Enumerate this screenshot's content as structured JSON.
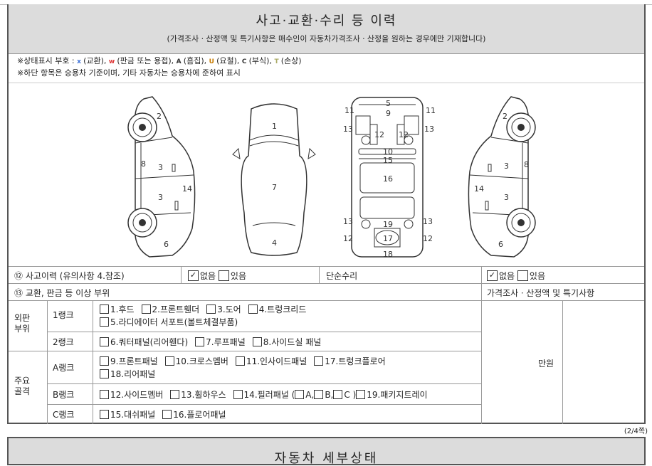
{
  "header": {
    "title": "사고·교환·수리 등 이력",
    "subtitle": "(가격조사ㆍ산정액 및 특기사항은 매수인이 자동차가격조사ㆍ산정을 원하는 경우에만 기재합니다)"
  },
  "legend": {
    "line1_prefix": "※상태표시 부호 :",
    "items": [
      {
        "sym": "x",
        "label": "(교환),",
        "color": "#3a6fd8"
      },
      {
        "sym": "w",
        "label": "(판금 또는 용접),",
        "color": "#d33"
      },
      {
        "sym": "A",
        "label": "(흠집),",
        "color": "#333"
      },
      {
        "sym": "U",
        "label": "(요철),",
        "color": "#c77a00"
      },
      {
        "sym": "C",
        "label": "(부식),",
        "color": "#333"
      },
      {
        "sym": "T",
        "label": "(손상)",
        "color": "#aa6"
      }
    ],
    "line2": "※하단 항목은 승용차 기준이며, 기타 자동차는 승용차에 준하여 표시"
  },
  "diagram_labels": {
    "left": [
      "2",
      "8",
      "3",
      "3",
      "14",
      "6"
    ],
    "top": [
      "1",
      "7",
      "4"
    ],
    "under": [
      "5",
      "9",
      "11",
      "11",
      "13",
      "13",
      "12",
      "12",
      "10",
      "15",
      "16",
      "13",
      "13",
      "19",
      "12",
      "12",
      "17",
      "18"
    ],
    "right": [
      "2",
      "3",
      "8",
      "14",
      "3",
      "6"
    ]
  },
  "accident": {
    "label": "⑫ 사고이력 (유의사항 4.참조)",
    "none": "없음",
    "exist": "있음",
    "simple_repair": "단순수리",
    "none2": "없음",
    "exist2": "있음"
  },
  "parts_header": {
    "label": "⑬ 교환, 판금 등 이상 부위",
    "price_label": "가격조사ㆍ산정액 및 특기사항"
  },
  "groups": {
    "outer": "외판\n부위",
    "main": "주요\n골격"
  },
  "ranks": {
    "r1": "1랭크",
    "r1_line1": [
      "1.후드",
      "2.프론트휀더",
      "3.도어",
      "4.트렁크리드"
    ],
    "r1_line2": [
      "5.라디에이터 서포트(볼트체결부품)"
    ],
    "r2": "2랭크",
    "r2_items": [
      "6.쿼터패널(리어휀다)",
      "7.루프패널",
      "8.사이드실 패널"
    ],
    "ra": "A랭크",
    "ra_line1": [
      "9.프론트패널",
      "10.크로스멤버",
      "11.인사이드패널",
      "17.트렁크플로어"
    ],
    "ra_line2": [
      "18.리어패널"
    ],
    "rb": "B랭크",
    "rb_items_a": [
      "12.사이드멤버",
      "13.휠하우스"
    ],
    "rb_pillar": "14.필러패널 (",
    "rb_pillar_opts": [
      "A,",
      "B,",
      "C )"
    ],
    "rb_last": "19.패키지트레이",
    "rc": "C랭크",
    "rc_items": [
      "15.대쉬패널",
      "16.플로어패널"
    ]
  },
  "price_unit": "만원",
  "page_no": "(2/4쪽)",
  "next_title": "자동차 세부상태"
}
